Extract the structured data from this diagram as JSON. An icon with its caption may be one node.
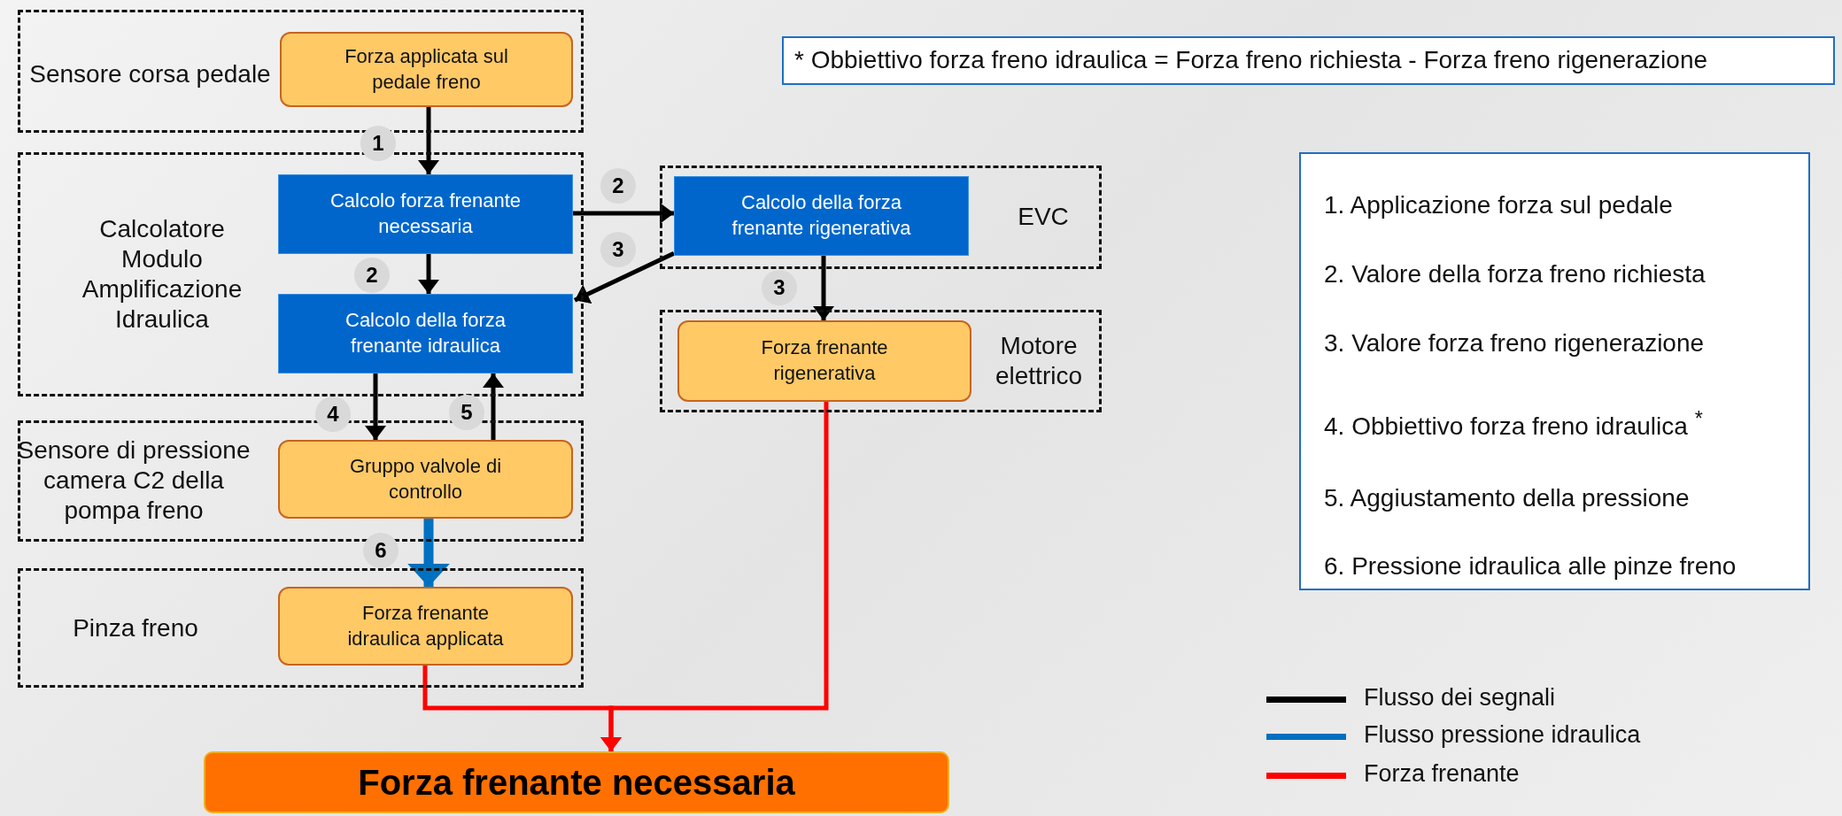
{
  "diagram": {
    "nodes": [
      {
        "text": [
          "Sensore corsa pedale"
        ]
      },
      {
        "text": [
          "Forza applicata sul pedale freno"
        ],
        "in": 0
      },
      {
        "text": [
          "Calcolatore Modulo Amplificazione Idraulica"
        ]
      },
      {
        "text": [
          "Calcolo forza frenante necessaria"
        ],
        "in": 2
      },
      {
        "text": [
          "Calcolo della forza frenante idraulica"
        ],
        "in": 2
      },
      {
        "text": [
          "EVC"
        ]
      },
      {
        "text": [
          "Calcolo della forza frenante rigenerativa"
        ],
        "in": 5
      },
      {
        "text": [
          "Motore elettrico"
        ]
      },
      {
        "text": [
          "Forza frenante rigenerativa"
        ],
        "in": 7
      },
      {
        "text": [
          "Sensore di pressione camera C2 della pompa freno"
        ]
      },
      {
        "text": [
          "Gruppo valvole di controllo"
        ],
        "in": 9
      },
      {
        "text": [
          "Pinza freno"
        ]
      },
      {
        "text": [
          "Forza frenante idraulica applicata"
        ],
        "in": 11
      },
      {
        "text": [
          "Forza frenante necessaria"
        ]
      },
      {
        "text": [
          "* Obbiettivo forza freno idraulica = Forza freno richiesta - Forza freno rigenerazione"
        ]
      },
      {
        "text": [
          "1. Applicazione forza sul pedale",
          "2. Valore della forza freno richiesta",
          "3. Valore forza freno rigenerazione",
          "4. Obbiettivo forza freno idraulica $^{*}$",
          "5. Aggiustamento della pressione",
          "6. Pressione idraulica alle pinze freno"
        ]
      }
    ],
    "edges": [
      {
        "from": 1,
        "to": 3,
        "arrow": "to",
        "label": "1"
      },
      {
        "from": 3,
        "to": 6,
        "arrow": "to",
        "label": "2"
      },
      {
        "from": 3,
        "to": 4,
        "arrow": "to",
        "label": "2"
      },
      {
        "from": 6,
        "to": 4,
        "arrow": "to",
        "label": "3"
      },
      {
        "from": 6,
        "to": 8,
        "arrow": "to",
        "label": "3"
      },
      {
        "from": 4,
        "to": 10,
        "arrow": "to",
        "label": "4"
      },
      {
        "from": 10,
        "to": 4,
        "arrow": "to",
        "label": "5"
      },
      {
        "from": 10,
        "to": 12,
        "arrow": "to",
        "label": "6",
        "style": "thick",
        "color": "#0070c0"
      },
      {
        "from": 12,
        "to": 13,
        "arrow": "to",
        "color": "#ff0000"
      },
      {
        "from": 8,
        "to": 13,
        "arrow": "to",
        "color": "#ff0000"
      }
    ],
    "legend": [
      {
        "text": "Flusso dei segnali",
        "color": "#000000"
      },
      {
        "text": "Flusso pressione idraulica",
        "color": "#0070c0"
      },
      {
        "text": "Forza frenante",
        "color": "#ff0000"
      }
    ]
  }
}
